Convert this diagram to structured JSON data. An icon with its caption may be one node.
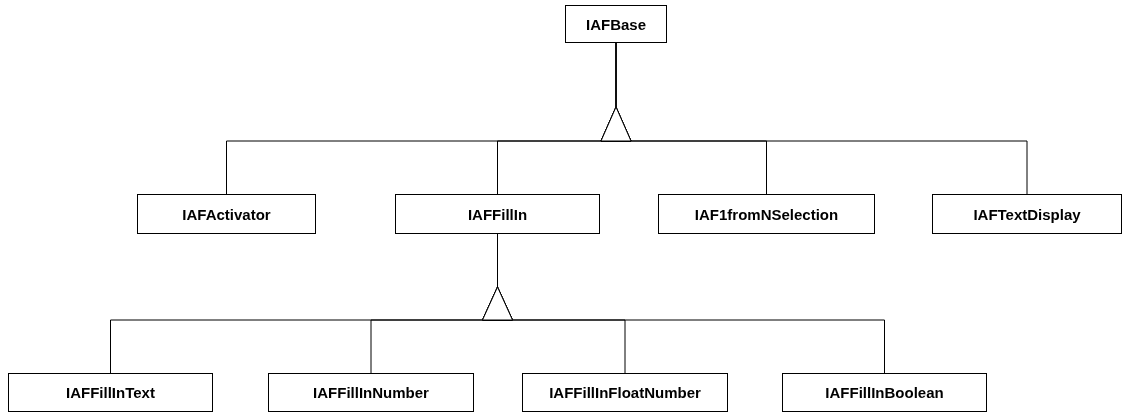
{
  "diagram": {
    "nodes": [
      {
        "text": [
          "IAFBase"
        ]
      },
      {
        "text": [
          "IAFActivator"
        ]
      },
      {
        "text": [
          "IAFFillIn"
        ]
      },
      {
        "text": [
          "IAF1fromNSelection"
        ]
      },
      {
        "text": [
          "IAFTextDisplay"
        ]
      },
      {
        "text": [
          "IAFFillInText"
        ]
      },
      {
        "text": [
          "IAFFillInNumber"
        ]
      },
      {
        "text": [
          "IAFFillInFloatNumber"
        ]
      },
      {
        "text": [
          "IAFFillInBoolean"
        ]
      }
    ],
    "edges": [
      {
        "from": 1,
        "to": 0,
        "arrow": "to"
      },
      {
        "from": 2,
        "to": 0,
        "arrow": "to"
      },
      {
        "from": 3,
        "to": 0,
        "arrow": "to"
      },
      {
        "from": 4,
        "to": 0,
        "arrow": "to"
      },
      {
        "from": 5,
        "to": 2,
        "arrow": "to"
      },
      {
        "from": 6,
        "to": 2,
        "arrow": "to"
      },
      {
        "from": 7,
        "to": 2,
        "arrow": "to"
      },
      {
        "from": 8,
        "to": 2,
        "arrow": "to"
      }
    ]
  }
}
